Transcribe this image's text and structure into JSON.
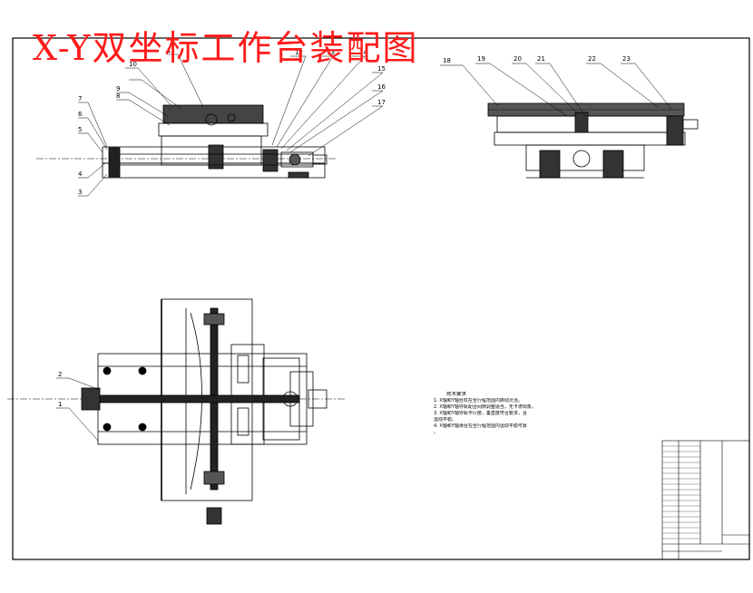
{
  "title": "X-Y双坐标工作台装配图",
  "part_labels": [
    "1",
    "2",
    "3",
    "4",
    "5",
    "6",
    "7",
    "8",
    "9",
    "10",
    "11",
    "12",
    "13",
    "14",
    "15",
    "16",
    "17",
    "18",
    "19",
    "20",
    "21",
    "22",
    "23"
  ],
  "notes": {
    "heading": "技术要求",
    "lines": [
      "1. X轴和Y轴丝杠在全行程范围内转动灵活。",
      "2. X轴和Y轴导轨配合间隙调整适当，无卡滞现象。",
      "3. X轴和Y轴导轨平行度，垂直度符合要求，且",
      "   运动平稳。",
      "4. X轴和Y轴滑台在全行程范围内运动平稳可靠",
      "   。"
    ]
  },
  "colors": {
    "title": "#ff1a1a",
    "line": "#000000",
    "border": "#000000"
  }
}
